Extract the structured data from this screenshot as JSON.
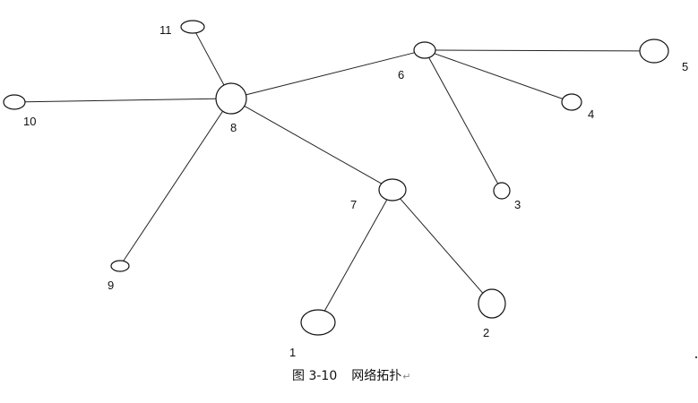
{
  "diagram": {
    "nodes": [
      {
        "id": "1",
        "label": "1"
      },
      {
        "id": "2",
        "label": "2"
      },
      {
        "id": "3",
        "label": "3"
      },
      {
        "id": "4",
        "label": "4"
      },
      {
        "id": "5",
        "label": "5"
      },
      {
        "id": "6",
        "label": "6"
      },
      {
        "id": "7",
        "label": "7"
      },
      {
        "id": "8",
        "label": "8"
      },
      {
        "id": "9",
        "label": "9"
      },
      {
        "id": "10",
        "label": "10"
      },
      {
        "id": "11",
        "label": "11"
      }
    ],
    "edges": [
      [
        "11",
        "8"
      ],
      [
        "10",
        "8"
      ],
      [
        "8",
        "6"
      ],
      [
        "8",
        "9"
      ],
      [
        "8",
        "7"
      ],
      [
        "6",
        "5"
      ],
      [
        "6",
        "4"
      ],
      [
        "6",
        "3"
      ],
      [
        "7",
        "1"
      ],
      [
        "7",
        "2"
      ]
    ]
  },
  "caption": {
    "figure_number": "图 3-10",
    "title": "网络拓扑",
    "paragraph_mark": "↵"
  }
}
